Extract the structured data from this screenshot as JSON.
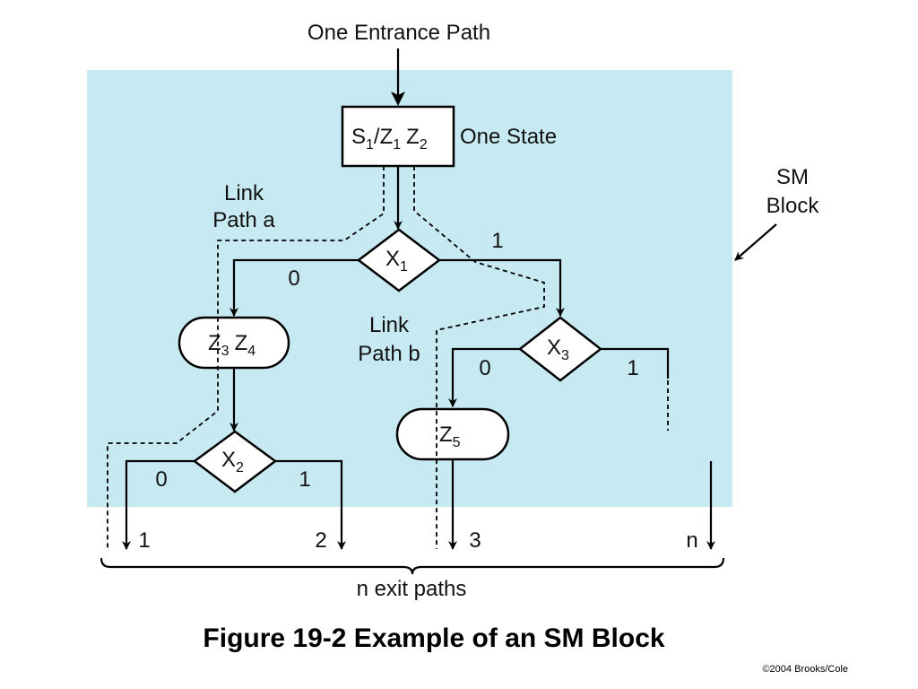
{
  "entrance_label": "One Entrance Path",
  "state_box": {
    "s": "S",
    "s_sub": "1",
    "slash": "/",
    "z1": "Z",
    "z1_sub": "1",
    "z2": "Z",
    "z2_sub": "2"
  },
  "state_label": "One State",
  "sm_block_label": [
    "SM",
    "Block"
  ],
  "link_path_a": [
    "Link",
    "Path a"
  ],
  "link_path_b": [
    "Link",
    "Path b"
  ],
  "decision_x1": {
    "var": "X",
    "sub": "1",
    "branch_0": "0",
    "branch_1": "1"
  },
  "decision_x2": {
    "var": "X",
    "sub": "2",
    "branch_0": "0",
    "branch_1": "1"
  },
  "decision_x3": {
    "var": "X",
    "sub": "3",
    "branch_0": "0",
    "branch_1": "1"
  },
  "output_z3z4": {
    "z3": "Z",
    "z3_sub": "3",
    "z4": "Z",
    "z4_sub": "4"
  },
  "output_z5": {
    "z5": "Z",
    "z5_sub": "5"
  },
  "exit_labels": [
    "1",
    "2",
    "3",
    "n"
  ],
  "exit_paths_label": "n exit paths",
  "caption": "Figure 19-2 Example of an SM Block",
  "credit": "©2004 Brooks/Cole",
  "colors": {
    "block_fill": "#c7eaf2",
    "line": "#000000"
  }
}
